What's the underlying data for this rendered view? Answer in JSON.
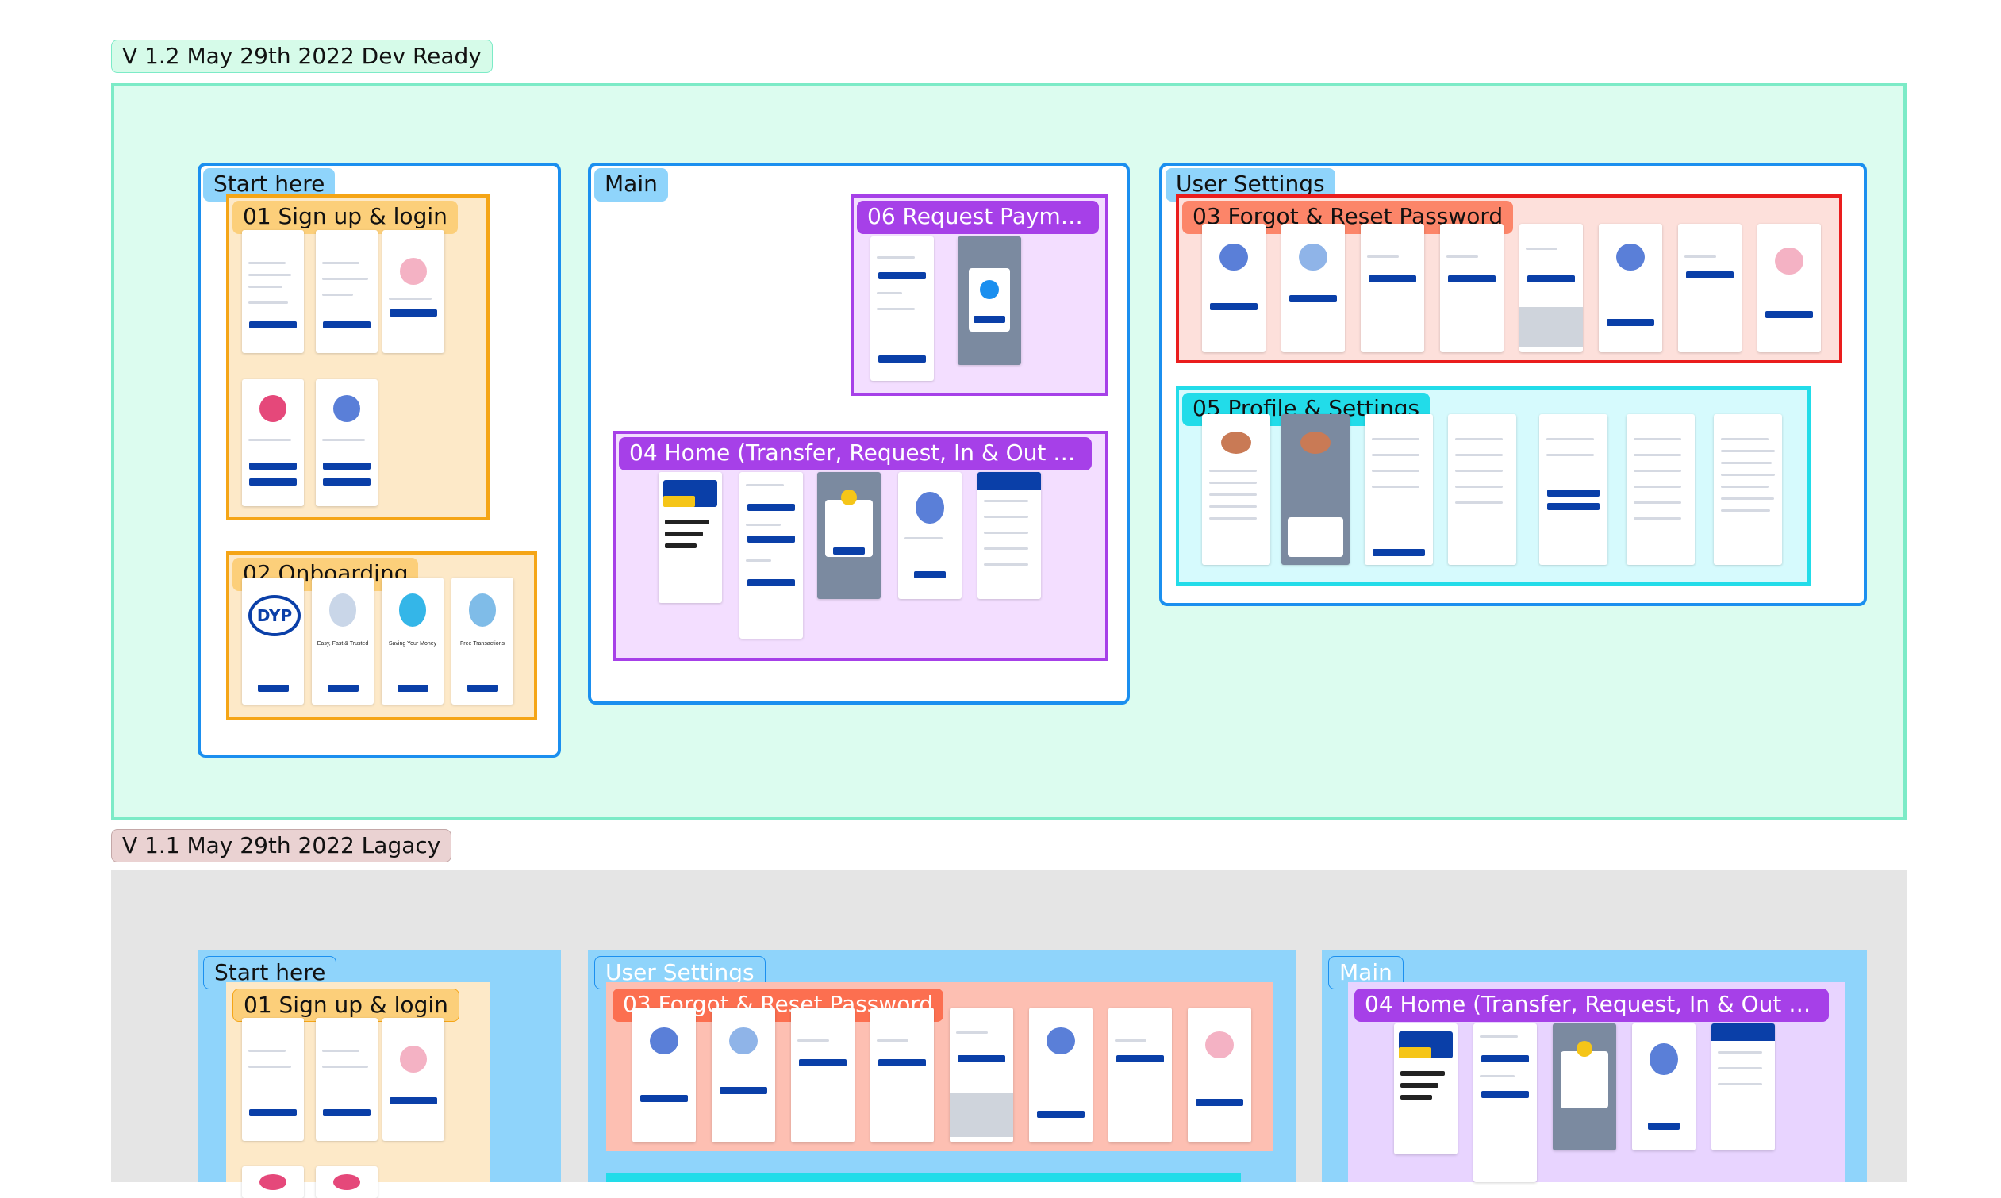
{
  "canvas": {
    "background": "#ffffff",
    "colors": {
      "v12_bg": "#dcfcef",
      "v12_border": "#7cebc7",
      "v11_bg": "#e5e5e5",
      "section_blue": "#1b8fef",
      "section_fill_light": "#ffffff",
      "section_fill_legacy": "#8fd4fb",
      "orange": "#f5a516",
      "purple": "#a640e8",
      "red": "#ea1d1d",
      "cyan": "#22dce9",
      "brand_blue": "#0a3fa8"
    }
  },
  "v12": {
    "label": "V 1.2 May 29th 2022 Dev Ready",
    "start_here": {
      "label": "Start here",
      "signup": {
        "label": "01 Sign up & login"
      },
      "onboarding": {
        "label": "02 Onboarding",
        "logo": "DYP",
        "captions": [
          "Easy, Fast & Trusted",
          "Saving Your Money",
          "Free Transactions"
        ]
      }
    },
    "main": {
      "label": "Main",
      "request_payment": {
        "label": "06 Request Payme..."
      },
      "home": {
        "label": "04 Home (Transfer, Request, In & Out Pa..."
      }
    },
    "user_settings": {
      "label": "User Settings",
      "forgot": {
        "label": "03 Forgot & Reset Password"
      },
      "profile": {
        "label": "05 Profile & Settings"
      }
    }
  },
  "v11": {
    "label": "V 1.1 May 29th 2022 Lagacy",
    "start_here": {
      "label": "Start here",
      "signup": {
        "label": "01 Sign up & login"
      }
    },
    "user_settings": {
      "label": "User Settings",
      "forgot": {
        "label": "03 Forgot & Reset Password"
      }
    },
    "main": {
      "label": "Main",
      "home": {
        "label": "04 Home (Transfer, Request, In & Out Pa..."
      }
    }
  }
}
